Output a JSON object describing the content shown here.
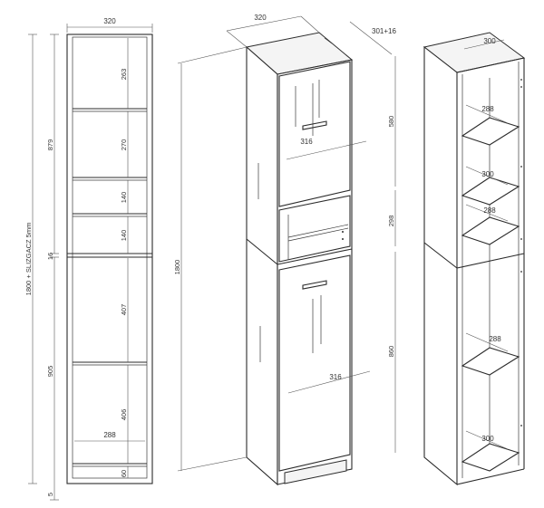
{
  "colors": {
    "line": "#2b2b2b",
    "dimension": "#555555",
    "background": "#ffffff"
  },
  "front_view": {
    "width_label": "320",
    "total_label": "1800 + SLIZGACZ 5mm",
    "upper_label": "879",
    "lower_label": "905",
    "divider_label": "16",
    "plinth_label": "5",
    "shelf_gaps": [
      "263",
      "270",
      "140",
      "140",
      "407",
      "406",
      "60"
    ],
    "inner_width_label": "288"
  },
  "iso_view": {
    "width_label": "320",
    "depth_label": "301+16",
    "height_label": "1800",
    "upper_door_label": "580",
    "niche_label": "298",
    "lower_door_label": "860",
    "door_width_upper": "316",
    "door_width_lower": "316"
  },
  "open_view": {
    "top_depth_label": "300",
    "shelf_labels": [
      "288",
      "300",
      "288",
      "288",
      "300"
    ]
  }
}
